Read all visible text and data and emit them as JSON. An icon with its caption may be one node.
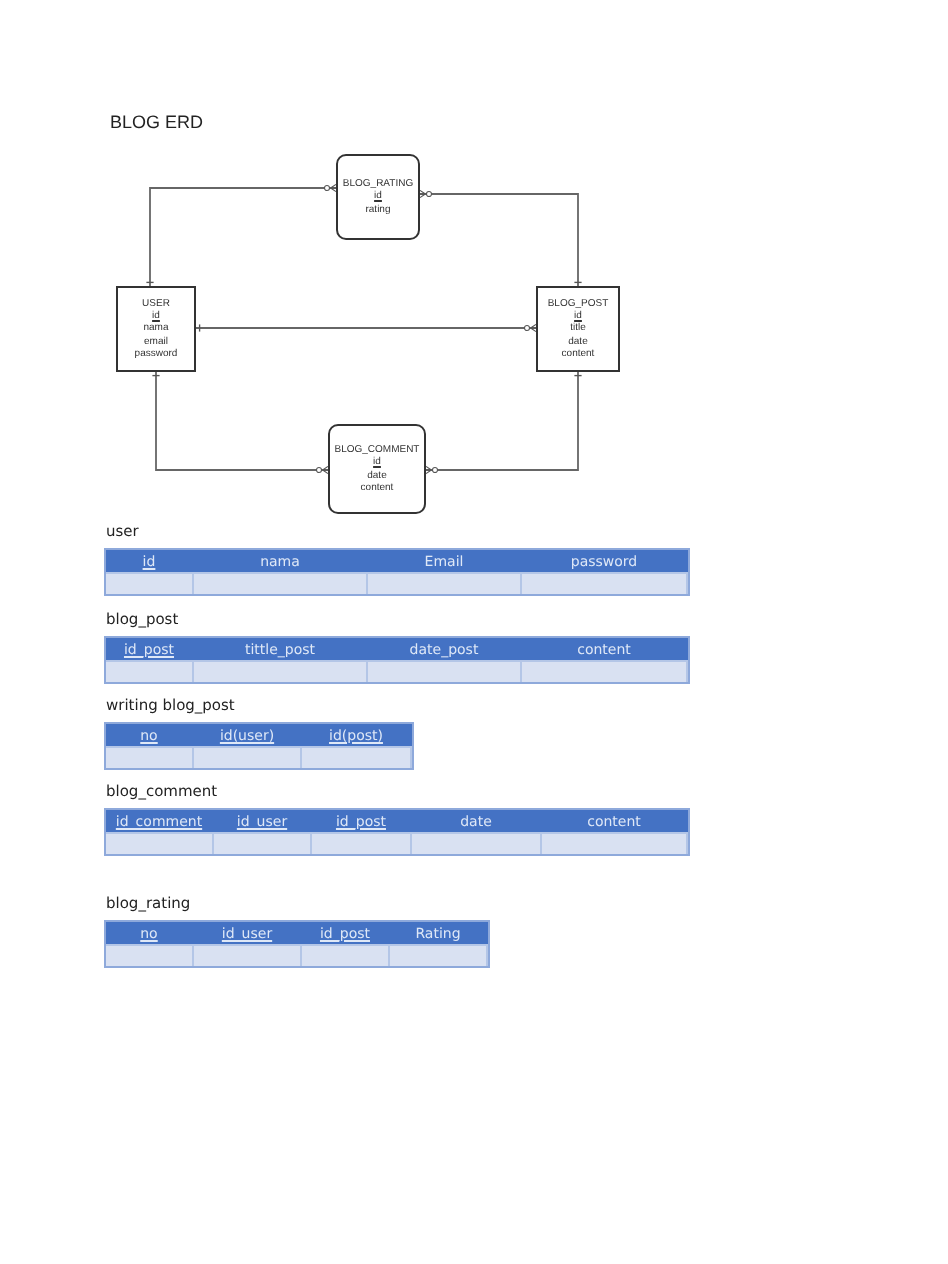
{
  "diagram": {
    "title": "BLOG ERD",
    "nodes": [
      {
        "text": [
          "BLOG_RATING",
          "id",
          "rating"
        ]
      },
      {
        "text": [
          "USER",
          "id",
          "nama",
          "email",
          "password"
        ]
      },
      {
        "text": [
          "BLOG_POST",
          "id",
          "title",
          "date",
          "content"
        ]
      },
      {
        "text": [
          "BLOG_COMMENT",
          "id",
          "date",
          "content"
        ]
      }
    ],
    "edges": [
      {
        "from": 1,
        "to": 0,
        "arrow": "other"
      },
      {
        "from": 2,
        "to": 0,
        "arrow": "other"
      },
      {
        "from": 1,
        "to": 2,
        "arrow": "other"
      },
      {
        "from": 1,
        "to": 3,
        "arrow": "other"
      },
      {
        "from": 2,
        "to": 3,
        "arrow": "other"
      }
    ],
    "labels": [
      "user",
      "id",
      "nama",
      "Email",
      "password",
      "blog_post",
      "id_post",
      "tittle_post",
      "date_post",
      "content",
      "writing blog_post",
      "no",
      "id(user)",
      "id(post)",
      "blog_comment",
      "id_comment",
      "id_user",
      "id_post",
      "date",
      "content",
      "blog_rating",
      "no",
      "id_user",
      "id_post",
      "Rating"
    ]
  }
}
